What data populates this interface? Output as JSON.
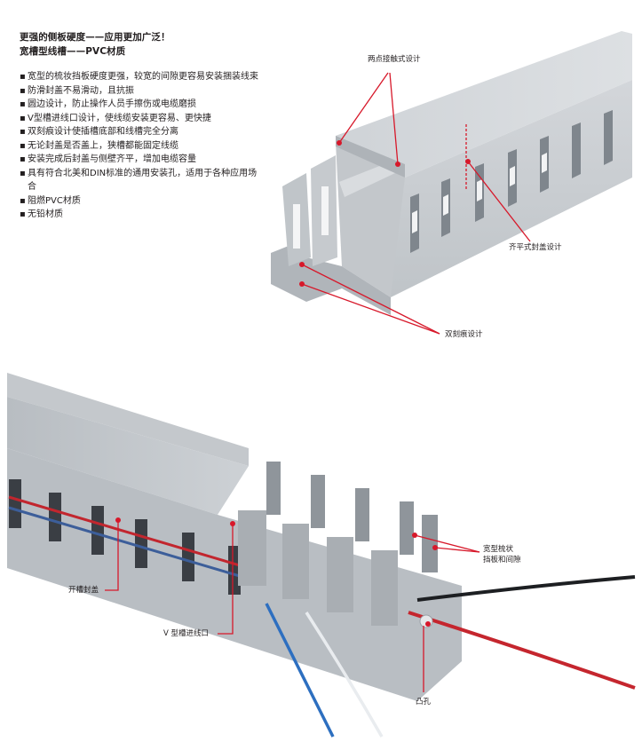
{
  "header": {
    "title": "更强的侧板硬度——应用更加广泛！",
    "subtitle": "宽槽型线槽——PVC材质"
  },
  "features": [
    "宽型的梳妆挡板硬度更强，较宽的间隙更容易安装捆装线束",
    "防滑封盖不易滑动，且抗振",
    "圆边设计，防止操作人员手擦伤或电缆磨损",
    "V型槽进线口设计，使线缆安装更容易、更快捷",
    "双刻痕设计使插槽底部和线槽完全分离",
    "无论封盖是否盖上，狭槽都能固定线缆",
    "安装完成后封盖与侧壁齐平，增加电缆容量",
    "具有符合北美和DIN标准的通用安装孔，适用于各种应用场合",
    "阻燃PVC材质",
    "无铅材质"
  ],
  "bullet_glyph": "▪",
  "figure1": {
    "callouts": {
      "two_point_contact": "两点接触式设计",
      "flush_cover": "齐平式封盖设计",
      "double_score": "双刻痕设计"
    }
  },
  "figure2": {
    "callouts": {
      "slotted_cover": "开槽封盖",
      "v_slot_entry": "V 型槽进线口",
      "wide_fingers_line1": "宽型梳状",
      "wide_fingers_line2": "挡板和间隙",
      "boss_hole": "凸孔"
    }
  },
  "colors": {
    "callout_line": "#d7182a",
    "duct_light": "#c9cdd1",
    "duct_mid": "#b3b8bd",
    "duct_dark": "#8e949a",
    "text": "#231f20"
  }
}
